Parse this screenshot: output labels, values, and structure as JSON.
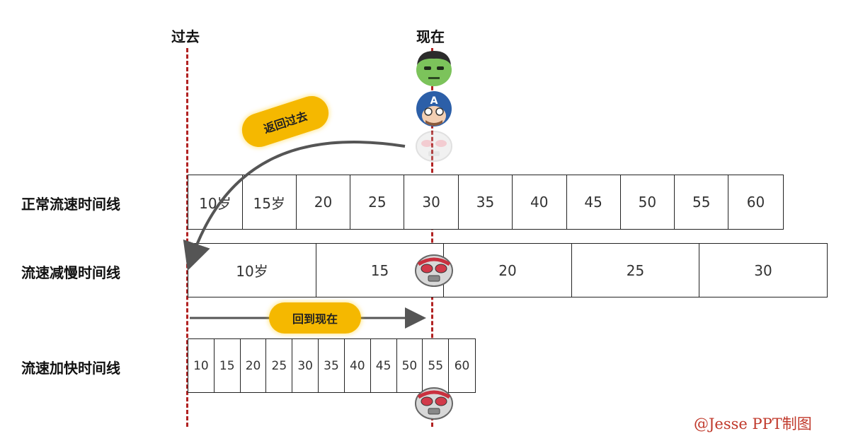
{
  "headers": {
    "past": "过去",
    "present": "现在"
  },
  "rows": {
    "normal": {
      "label": "正常流速时间线",
      "cells": [
        "10岁",
        "15岁",
        "20",
        "25",
        "30",
        "35",
        "40",
        "45",
        "50",
        "55",
        "60"
      ]
    },
    "slow": {
      "label": "流速减慢时间线",
      "cells": [
        "10岁",
        "15",
        "20",
        "25",
        "30"
      ]
    },
    "fast": {
      "label": "流速加快时间线",
      "cells": [
        "10",
        "15",
        "20",
        "25",
        "30",
        "35",
        "40",
        "45",
        "50",
        "55",
        "60"
      ]
    }
  },
  "annotations": {
    "back_to_past": "返回过去",
    "back_to_present": "回到现在"
  },
  "credit": "@Jesse PPT制图",
  "colors": {
    "dashed_line": "#b22222",
    "pill": "#f5b800",
    "credit": "#c0392b",
    "arrow": "#555555"
  },
  "icons": [
    "hulk-avatar-icon",
    "captain-america-avatar-icon",
    "ant-man-faded-avatar-icon",
    "ant-man-avatar-icon"
  ]
}
